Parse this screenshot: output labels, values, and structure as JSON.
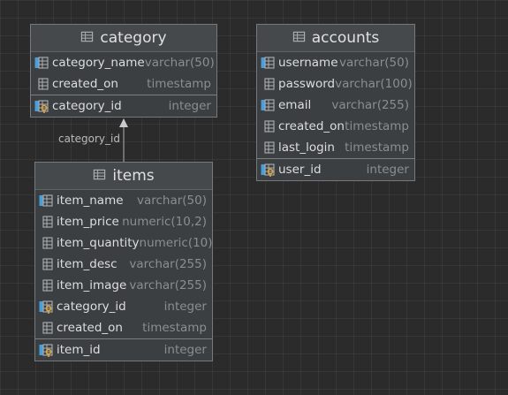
{
  "tables": {
    "category": {
      "title": "category",
      "columns": [
        {
          "name": "category_name",
          "type": "varchar(50)",
          "icon": "column-key-blue-icon"
        },
        {
          "name": "created_on",
          "type": "timestamp",
          "icon": "column-icon"
        }
      ],
      "primary_key": {
        "name": "category_id",
        "type": "integer",
        "icon": "primary-key-icon"
      }
    },
    "accounts": {
      "title": "accounts",
      "columns": [
        {
          "name": "username",
          "type": "varchar(50)",
          "icon": "column-key-blue-icon"
        },
        {
          "name": "password",
          "type": "varchar(100)",
          "icon": "column-icon"
        },
        {
          "name": "email",
          "type": "varchar(255)",
          "icon": "column-key-blue-icon"
        },
        {
          "name": "created_on",
          "type": "timestamp",
          "icon": "column-icon"
        },
        {
          "name": "last_login",
          "type": "timestamp",
          "icon": "column-icon"
        }
      ],
      "primary_key": {
        "name": "user_id",
        "type": "integer",
        "icon": "primary-key-icon"
      }
    },
    "items": {
      "title": "items",
      "columns": [
        {
          "name": "item_name",
          "type": "varchar(50)",
          "icon": "column-key-blue-icon"
        },
        {
          "name": "item_price",
          "type": "numeric(10,2)",
          "icon": "column-icon"
        },
        {
          "name": "item_quantity",
          "type": "numeric(10)",
          "icon": "column-icon"
        },
        {
          "name": "item_desc",
          "type": "varchar(255)",
          "icon": "column-icon"
        },
        {
          "name": "item_image",
          "type": "varchar(255)",
          "icon": "column-icon"
        },
        {
          "name": "category_id",
          "type": "integer",
          "icon": "foreign-key-icon"
        },
        {
          "name": "created_on",
          "type": "timestamp",
          "icon": "column-icon"
        }
      ],
      "primary_key": {
        "name": "item_id",
        "type": "integer",
        "icon": "primary-key-icon"
      }
    }
  },
  "relation": {
    "label": "category_id",
    "from": "items",
    "to": "category"
  },
  "colors": {
    "background": "#2b2b2b",
    "table_body": "#3c3f41",
    "table_header": "#45494b",
    "border": "#777a7d",
    "name_text": "#dcdee0",
    "type_text": "#8b8e91",
    "key_blue": "#4a9fd8",
    "key_gold": "#d9a641"
  }
}
